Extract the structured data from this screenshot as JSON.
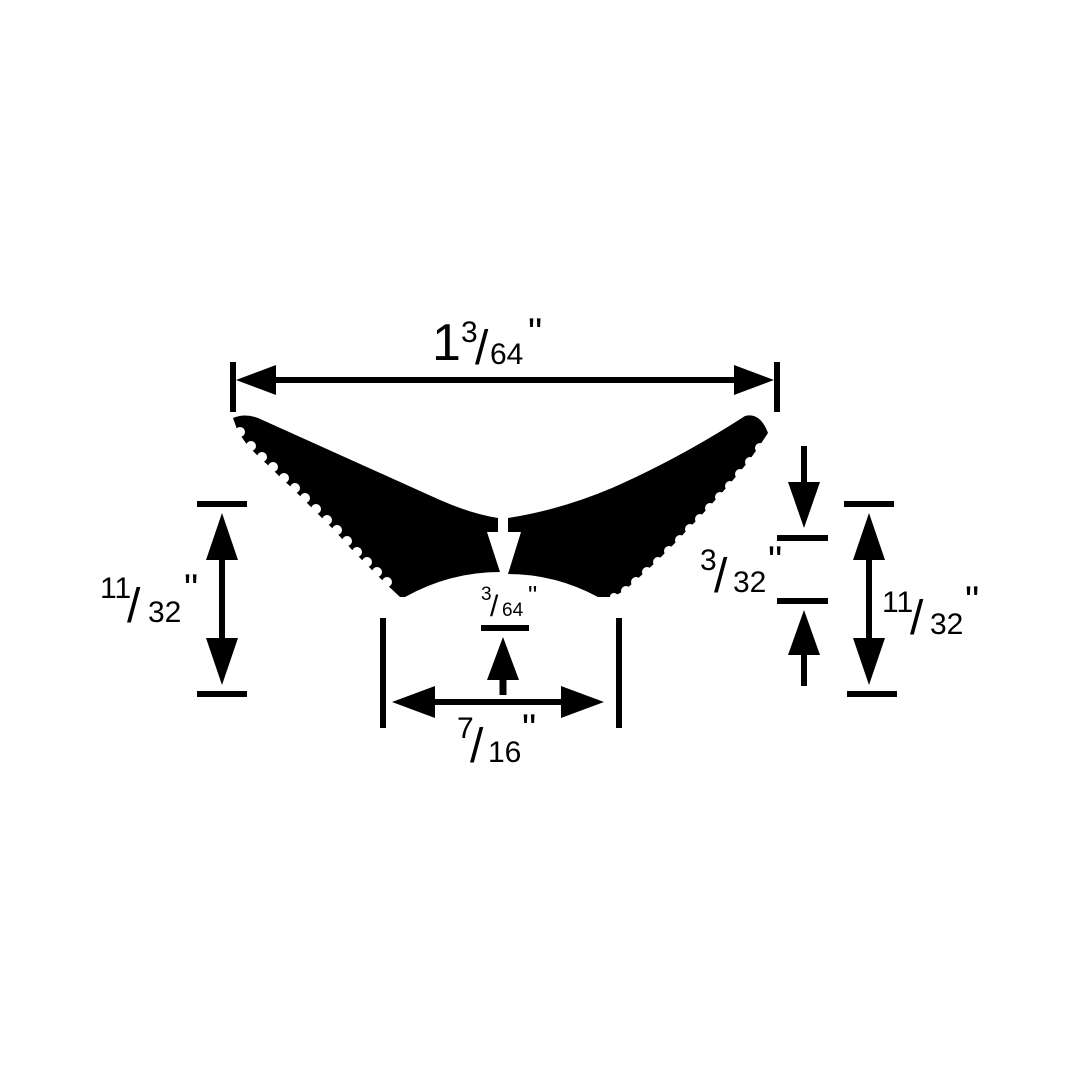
{
  "colors": {
    "ink": "#000000",
    "background": "#ffffff"
  },
  "dimensions": {
    "overall_width": {
      "whole": "1",
      "numerator": "3",
      "denominator": "64",
      "unit": "\""
    },
    "left_height": {
      "numerator": "11",
      "denominator": "32",
      "unit": "\""
    },
    "right_height": {
      "numerator": "11",
      "denominator": "32",
      "unit": "\""
    },
    "right_gap": {
      "numerator": "3",
      "denominator": "32",
      "unit": "\""
    },
    "base_width": {
      "numerator": "7",
      "denominator": "16",
      "unit": "\""
    },
    "center_thickness": {
      "numerator": "3",
      "denominator": "64",
      "unit": "\""
    }
  }
}
